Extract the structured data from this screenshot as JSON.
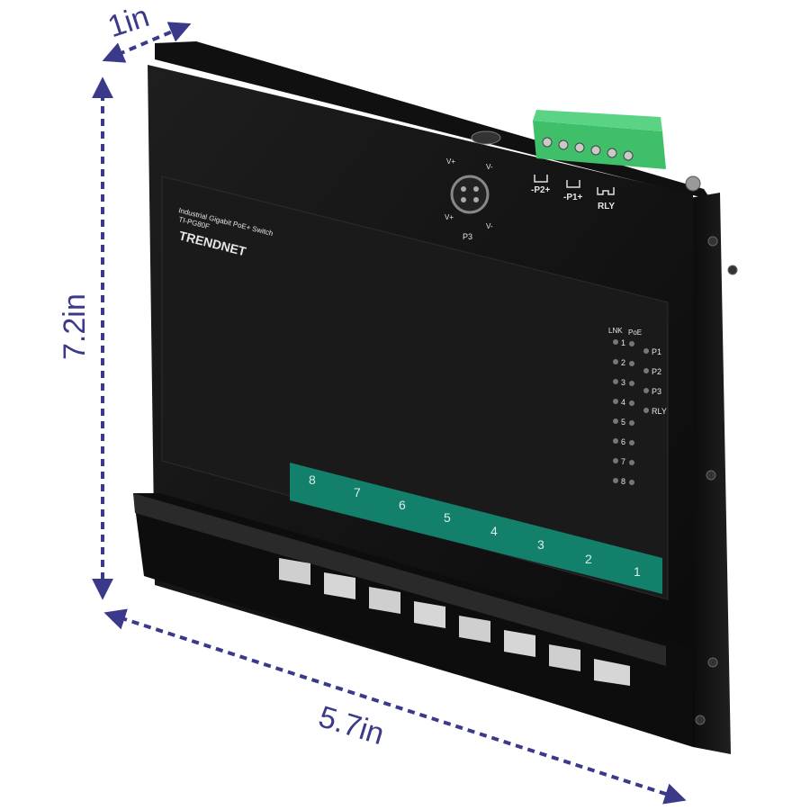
{
  "dimensions": {
    "depth": "1in",
    "height": "7.2in",
    "width": "5.7in"
  },
  "device": {
    "product_line": "Industrial Gigabit PoE+ Switch",
    "model": "TI-PG80F",
    "brand": "TRENDNET",
    "power_port": {
      "label": "P3",
      "pins": [
        "V+",
        "V-",
        "V+",
        "V-"
      ]
    },
    "terminal_labels": [
      "-P2+",
      "-P1+",
      "RLY"
    ],
    "led_headers": [
      "LNK",
      "PoE"
    ],
    "port_leds": [
      "1",
      "2",
      "3",
      "4",
      "5",
      "6",
      "7",
      "8"
    ],
    "status_leds": [
      "P1",
      "P2",
      "P3",
      "RLY"
    ],
    "port_strip_numbers": [
      "8",
      "7",
      "6",
      "5",
      "4",
      "3",
      "2",
      "1"
    ]
  },
  "colors": {
    "arrow": "#3b3a8a",
    "body": "#121212",
    "panel": "#1c1c1c",
    "port_strip": "#12806a",
    "terminal_block": "#3fbf6a"
  }
}
